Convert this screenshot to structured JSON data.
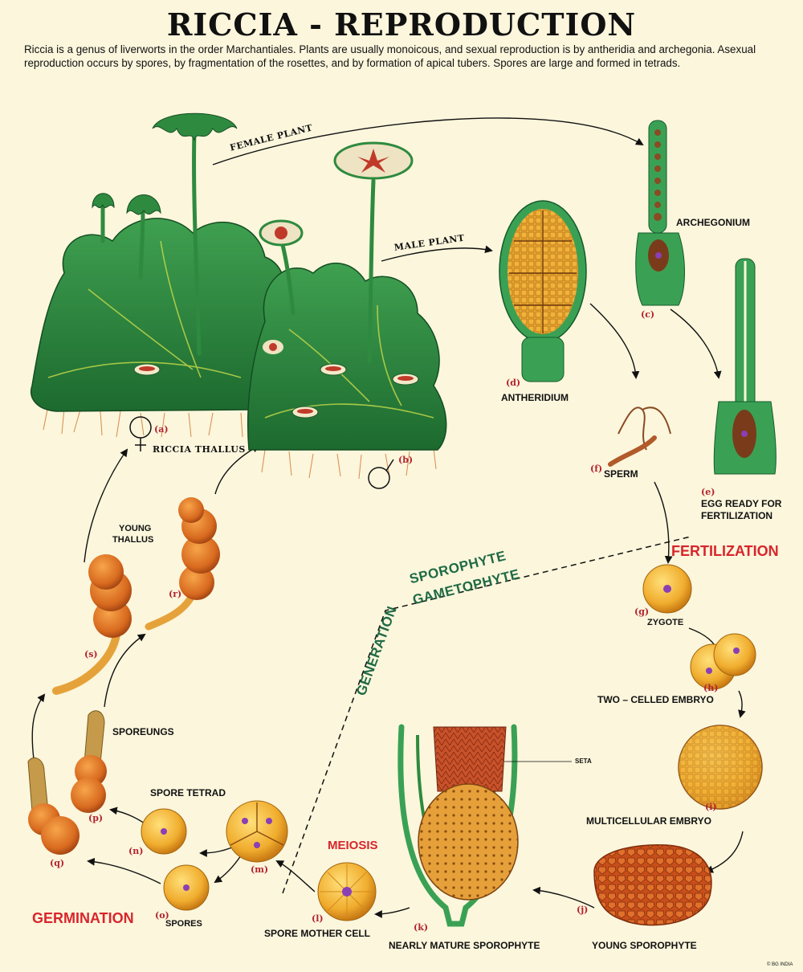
{
  "title": "RICCIA - REPRODUCTION",
  "intro": "Riccia is a genus of liverworts in the order Marchantiales. Plants are usually monoicous, and sexual reproduction is by antheridia and archegonia. Asexual reproduction occurs by spores, by fragmentation of the rosettes, and by formation of apical tubers. Spores are large and formed in tetrads.",
  "labels": {
    "female_plant": "FEMALE PLANT",
    "male_plant": "MALE PLANT",
    "riccia_thallus": "RICCIA THALLUS",
    "archegonium": "ARCHEGONIUM",
    "antheridium": "ANTHERIDIUM",
    "sperm": "SPERM",
    "egg_line1": "EGG READY FOR",
    "egg_line2": "FERTILIZATION",
    "fertilization": "FERTILIZATION",
    "zygote": "ZYGOTE",
    "two_celled_embryo": "TWO – CELLED EMBRYO",
    "multicellular_embryo": "MULTICELLULAR EMBRYO",
    "young_sporophyte": "YOUNG SPOROPHYTE",
    "nearly_mature_sporophyte": "NEARLY MATURE SPOROPHYTE",
    "seta": "SETA",
    "spore_mother_cell": "SPORE MOTHER CELL",
    "meiosis": "MEIOSIS",
    "spore_tetrad": "SPORE TETRAD",
    "spores": "SPORES",
    "germination": "GERMINATION",
    "sporeungs": "SPOREUNGS",
    "young_thallus_line1": "YOUNG",
    "young_thallus_line2": "THALLUS",
    "sporophyte": "SPOROPHYTE",
    "gametophyte": "GAMETOPHYTE",
    "generation": "GENERATION",
    "credit": "© BG INDIA"
  },
  "letters": {
    "a": "(a)",
    "b": "(b)",
    "c": "(c)",
    "d": "(d)",
    "e": "(e)",
    "f": "(f)",
    "g": "(g)",
    "h": "(h)",
    "i": "(i)",
    "j": "(j)",
    "k": "(k)",
    "l": "(l)",
    "m": "(m)",
    "n": "(n)",
    "o": "(o)",
    "p": "(p)",
    "q": "(q)",
    "r": "(r)",
    "s": "(s)"
  },
  "symbols": {
    "female": "♀",
    "male": "♂"
  },
  "colors": {
    "background": "#fbf6dc",
    "thallus_green": "#2e8a3f",
    "cell_green": "#3aa154",
    "spore_yellow": "#f2b233",
    "sporophyte_orange": "#d0581c",
    "nucleus_purple": "#8a3fb5",
    "label_red": "#d8252c",
    "generation_green": "#1f6a45"
  }
}
